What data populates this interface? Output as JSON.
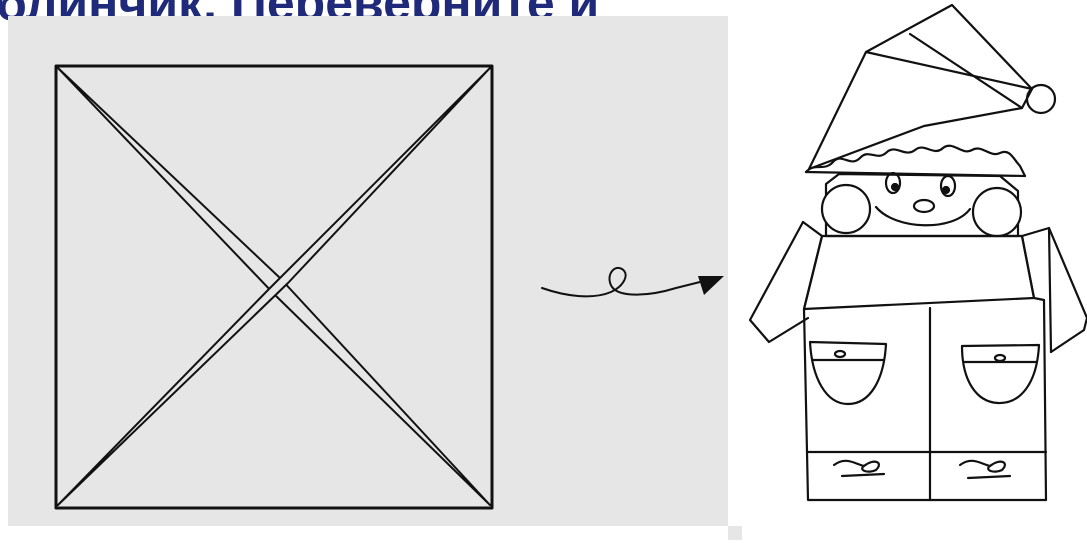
{
  "header": {
    "text": "блинчик. Переверните и"
  },
  "illustration": {
    "step_before": "square-sheet-with-diagonal-folds",
    "transition": "turn-over-arrow",
    "step_after": "origami-gnome-figure"
  }
}
